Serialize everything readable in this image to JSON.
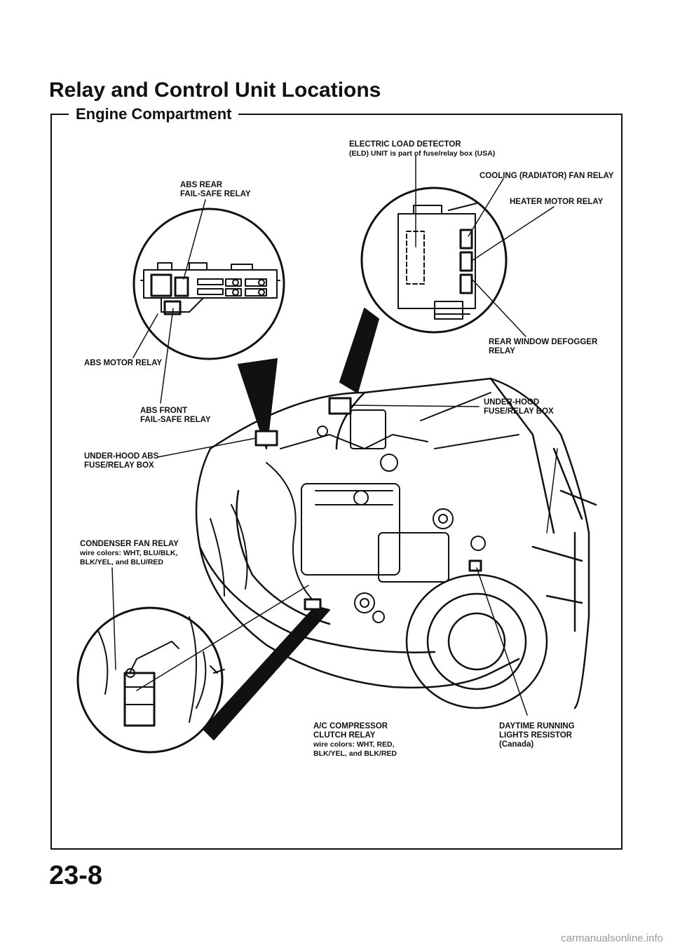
{
  "header": {
    "title": "Relay and Control Unit Locations",
    "subtitle": "Engine Compartment"
  },
  "labels": {
    "eld_line1": "ELECTRIC LOAD DETECTOR",
    "eld_line2": "(ELD) UNIT is part of fuse/relay box (USA)",
    "cooling_fan": "COOLING (RADIATOR) FAN RELAY",
    "heater_motor": "HEATER MOTOR RELAY",
    "rear_window_line1": "REAR WINDOW DEFOGGER",
    "rear_window_line2": "RELAY",
    "abs_rear_line1": "ABS REAR",
    "abs_rear_line2": "FAIL-SAFE RELAY",
    "abs_motor": "ABS MOTOR RELAY",
    "abs_front_line1": "ABS FRONT",
    "abs_front_line2": "FAIL-SAFE RELAY",
    "underhood_abs_line1": "UNDER-HOOD ABS",
    "underhood_abs_line2": "FUSE/RELAY BOX",
    "underhood_fuse_line1": "UNDER-HOOD",
    "underhood_fuse_line2": "FUSE/RELAY BOX",
    "condenser_line1": "CONDENSER FAN RELAY",
    "condenser_line2": "wire colors: WHT, BLU/BLK,",
    "condenser_line3": "BLK/YEL, and BLU/RED",
    "ac_line1": "A/C COMPRESSOR",
    "ac_line2": "CLUTCH RELAY",
    "ac_line3": "wire colors: WHT, RED,",
    "ac_line4": "BLK/YEL, and BLK/RED",
    "drl_line1": "DAYTIME RUNNING",
    "drl_line2": "LIGHTS RESISTOR",
    "drl_line3": "(Canada)"
  },
  "footer": {
    "page_number": "23-8",
    "watermark": "carmanualsonline.info"
  }
}
